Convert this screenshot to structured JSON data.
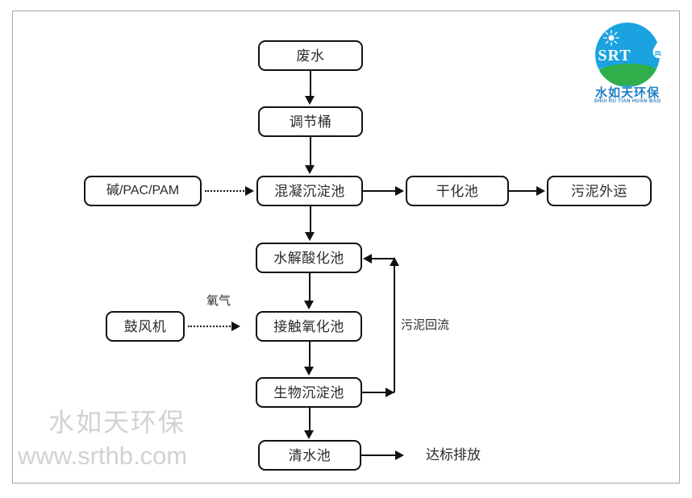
{
  "diagram": {
    "title": "waste-water treatment process flow",
    "nodes": [
      {
        "id": "wastewater",
        "label": "废水"
      },
      {
        "id": "adjustment_tank",
        "label": "调节桶"
      },
      {
        "id": "chemicals",
        "label": "碱/PAC/PAM"
      },
      {
        "id": "coagulation_tank",
        "label": "混凝沉淀池"
      },
      {
        "id": "drying_pond",
        "label": "干化池"
      },
      {
        "id": "sludge_transport",
        "label": "污泥外运"
      },
      {
        "id": "hydrolysis_tank",
        "label": "水解酸化池"
      },
      {
        "id": "blower",
        "label": "鼓风机"
      },
      {
        "id": "contact_ox_tank",
        "label": "接触氧化池"
      },
      {
        "id": "bio_settling_tank",
        "label": "生物沉淀池"
      },
      {
        "id": "clear_water_tank",
        "label": "清水池"
      }
    ],
    "labels": [
      {
        "id": "oxygen",
        "label": "氧气"
      },
      {
        "id": "sludge_return",
        "label": "污泥回流"
      },
      {
        "id": "compliant_discharge",
        "label": "达标排放"
      }
    ]
  },
  "logo": {
    "mark_text": "SRT",
    "company_cn": "水如天环保",
    "company_pinyin": "SHUI RU TIAN HUAN BAO",
    "colors": {
      "badge_blue": "#1aa3e0",
      "wave_green": "#2fae4a",
      "text_blue": "#1f7fc4"
    }
  },
  "watermark": {
    "company": "水如天环保",
    "url": "www.srthb.com",
    "color": "#d2d2d2"
  },
  "style": {
    "line_color": "#111111",
    "node_text_color": "#2b2b2b",
    "frame_color": "#a8a8a8"
  }
}
